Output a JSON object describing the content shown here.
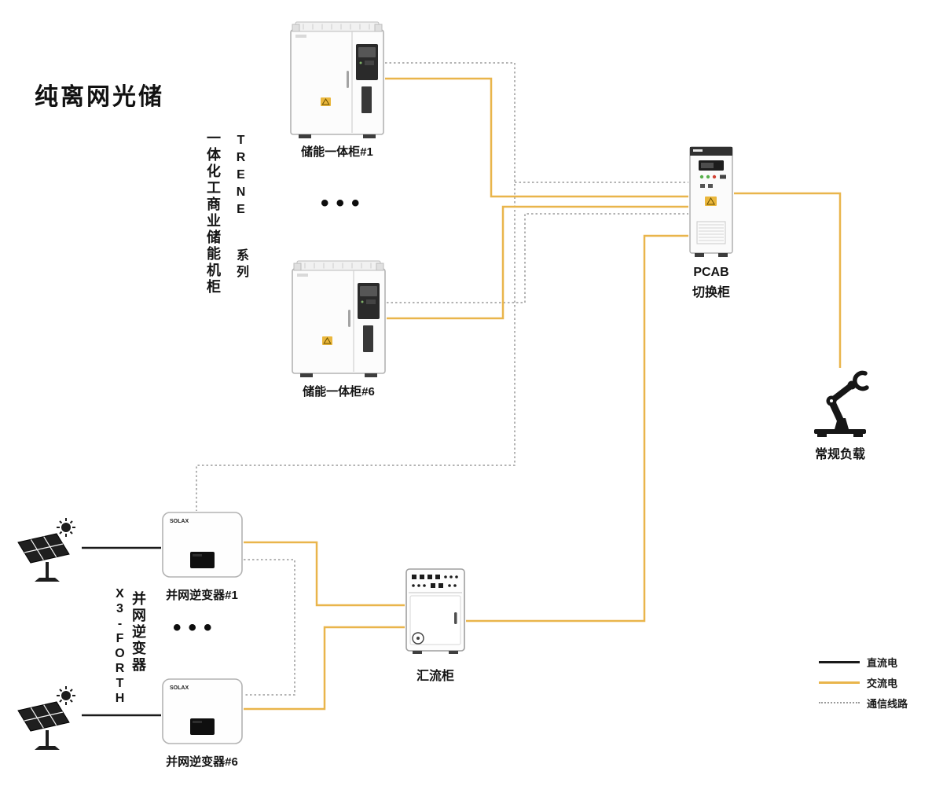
{
  "title": "纯离网光储",
  "colors": {
    "dc": "#1a1a1a",
    "ac": "#e9b54b",
    "comm": "#9a9a9a"
  },
  "storage_group": {
    "vertical_label_cn": "一体化工商业储能机柜",
    "series_latin": "TRENE",
    "series_cn": "系列",
    "cabinet1_label": "储能一体柜#1",
    "cabinet6_label": "储能一体柜#6",
    "ellipsis": "•••"
  },
  "pv_group": {
    "vertical_model": "X3-FORTH",
    "vertical_label_cn": "并网逆变器",
    "inverter_brand": "SOLAX",
    "inverter1_label": "并网逆变器#1",
    "inverter6_label": "并网逆变器#6",
    "ellipsis": "•••"
  },
  "pcab": {
    "label_line1": "PCAB",
    "label_line2": "切换柜"
  },
  "load": {
    "label": "常规负载"
  },
  "combiner": {
    "label": "汇流柜"
  },
  "legend": {
    "dc_label": "直流电",
    "ac_label": "交流电",
    "comm_label": "通信线路"
  }
}
